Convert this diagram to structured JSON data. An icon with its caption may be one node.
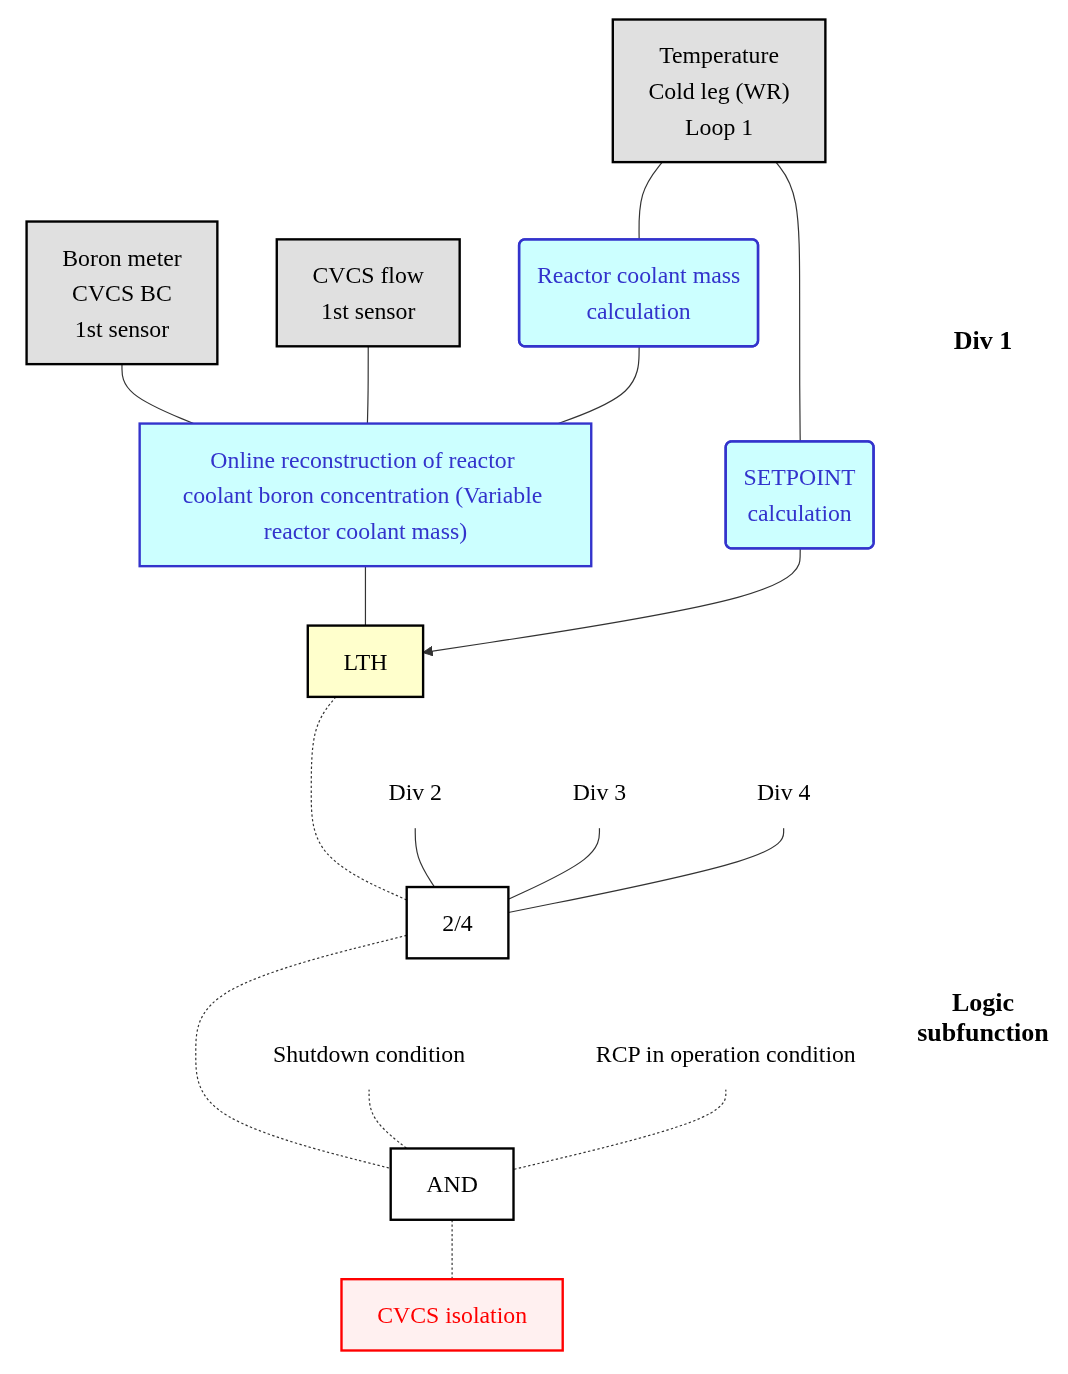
{
  "diagram": {
    "nodes": [
      {
        "text": [
          "Boron meter",
          "CVCS BC",
          "1st sensor"
        ]
      },
      {
        "text": [
          "CVCS flow",
          "1st sensor"
        ]
      },
      {
        "text": [
          "Temperature",
          "Cold leg (WR)",
          "Loop 1"
        ]
      },
      {
        "text": [
          "Reactor coolant mass",
          "calculation"
        ]
      },
      {
        "text": [
          "SETPOINT",
          "calculation"
        ]
      },
      {
        "text": [
          "Online reconstruction of reactor coolant boron concentration (Variable reactor coolant mass)"
        ]
      },
      {
        "text": [
          "LTH"
        ]
      },
      {
        "text": [
          "Div 2"
        ]
      },
      {
        "text": [
          "Div 3"
        ]
      },
      {
        "text": [
          "Div 4"
        ]
      },
      {
        "text": [
          "2/4"
        ]
      },
      {
        "text": [
          "Shutdown condition"
        ]
      },
      {
        "text": [
          "RCP in operation condition"
        ]
      },
      {
        "text": [
          "AND"
        ]
      },
      {
        "text": [
          "CVCS isolation"
        ]
      }
    ],
    "edges": [
      {
        "from": 0,
        "to": 5,
        "arrow": "none"
      },
      {
        "from": 1,
        "to": 5,
        "arrow": "none"
      },
      {
        "from": 2,
        "to": 3,
        "arrow": "none"
      },
      {
        "from": 2,
        "to": 4,
        "arrow": "none"
      },
      {
        "from": 3,
        "to": 5,
        "arrow": "none"
      },
      {
        "from": 5,
        "to": 6,
        "arrow": "none"
      },
      {
        "from": 4,
        "to": 6,
        "arrow": "to"
      },
      {
        "from": 6,
        "to": 10,
        "arrow": "none",
        "style": "dashed"
      },
      {
        "from": 7,
        "to": 10,
        "arrow": "none"
      },
      {
        "from": 8,
        "to": 10,
        "arrow": "none"
      },
      {
        "from": 9,
        "to": 10,
        "arrow": "none"
      },
      {
        "from": 10,
        "to": 13,
        "arrow": "none",
        "style": "dashed"
      },
      {
        "from": 11,
        "to": 13,
        "arrow": "none",
        "style": "dashed"
      },
      {
        "from": 12,
        "to": 13,
        "arrow": "none",
        "style": "dashed"
      },
      {
        "from": 13,
        "to": 14,
        "arrow": "none",
        "style": "dashed"
      }
    ],
    "labels": [
      "Div 1",
      "Logic subfunction"
    ]
  }
}
